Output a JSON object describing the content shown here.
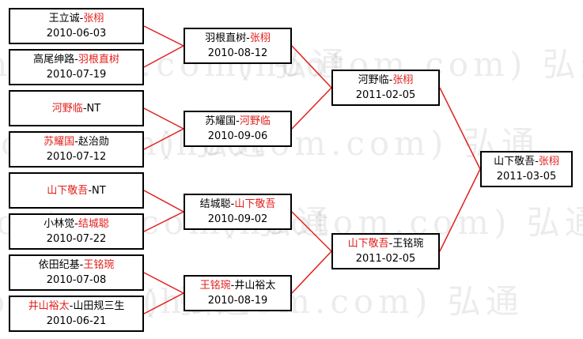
{
  "watermark_text": "(hootom.com) 弘通",
  "colors": {
    "winner": "#e0201c",
    "line": "#e0201c",
    "border": "#000000"
  },
  "rounds": [
    {
      "matches": [
        {
          "p1": "王立诚",
          "p2": "张栩",
          "winner": 2,
          "date": "2010-06-03"
        },
        {
          "p1": "高尾绅路",
          "p2": "羽根直树",
          "winner": 2,
          "date": "2010-07-19"
        },
        {
          "p1": "河野临",
          "p2": "NT",
          "winner": 1,
          "date": ""
        },
        {
          "p1": "苏耀国",
          "p2": "赵治勋",
          "winner": 1,
          "date": "2010-07-12"
        },
        {
          "p1": "山下敬吾",
          "p2": "NT",
          "winner": 1,
          "date": ""
        },
        {
          "p1": "小林觉",
          "p2": "结城聪",
          "winner": 2,
          "date": "2010-07-22"
        },
        {
          "p1": "依田纪基",
          "p2": "王铭琬",
          "winner": 2,
          "date": "2010-07-08"
        },
        {
          "p1": "井山裕太",
          "p2": "山田规三生",
          "winner": 1,
          "date": "2010-06-21"
        }
      ]
    },
    {
      "matches": [
        {
          "p1": "羽根直树",
          "p2": "张栩",
          "winner": 2,
          "date": "2010-08-12"
        },
        {
          "p1": "苏耀国",
          "p2": "河野临",
          "winner": 2,
          "date": "2010-09-06"
        },
        {
          "p1": "结城聪",
          "p2": "山下敬吾",
          "winner": 2,
          "date": "2010-09-02"
        },
        {
          "p1": "王铭琬",
          "p2": "井山裕太",
          "winner": 1,
          "date": "2010-08-19"
        }
      ]
    },
    {
      "matches": [
        {
          "p1": "河野临",
          "p2": "张栩",
          "winner": 2,
          "date": "2011-02-05"
        },
        {
          "p1": "山下敬吾",
          "p2": "王铭琬",
          "winner": 1,
          "date": "2011-02-05"
        }
      ]
    },
    {
      "matches": [
        {
          "p1": "山下敬吾",
          "p2": "张栩",
          "winner": 2,
          "date": "2011-03-05"
        }
      ]
    }
  ]
}
